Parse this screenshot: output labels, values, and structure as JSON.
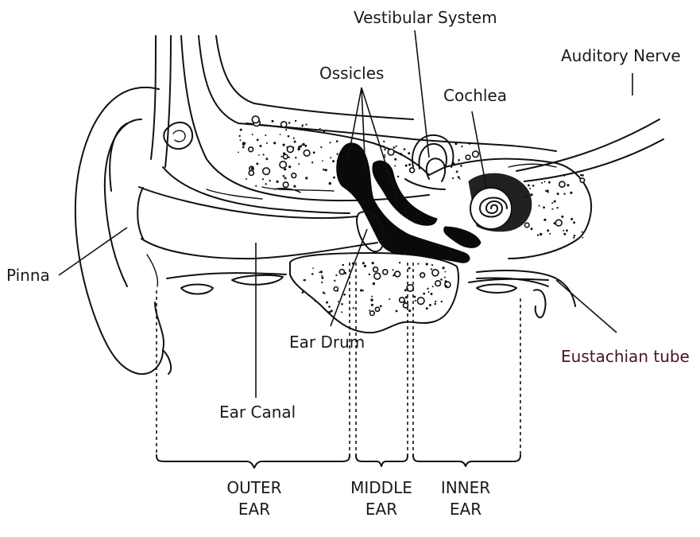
{
  "labels": {
    "vestibular_system": "Vestibular System",
    "auditory_nerve": "Auditory Nerve",
    "ossicles": "Ossicles",
    "cochlea": "Cochlea",
    "pinna": "Pinna",
    "ear_drum": "Ear Drum",
    "eustachian_tube": "Eustachian tube",
    "ear_canal": "Ear Canal"
  },
  "sections": [
    {
      "line1": "OUTER",
      "line2": "EAR"
    },
    {
      "line1": "MIDDLE",
      "line2": "EAR"
    },
    {
      "line1": "INNER",
      "line2": "EAR"
    }
  ],
  "colors": {
    "ink": "#111111",
    "eustachian_label": "#4a1420",
    "background": "#ffffff"
  }
}
